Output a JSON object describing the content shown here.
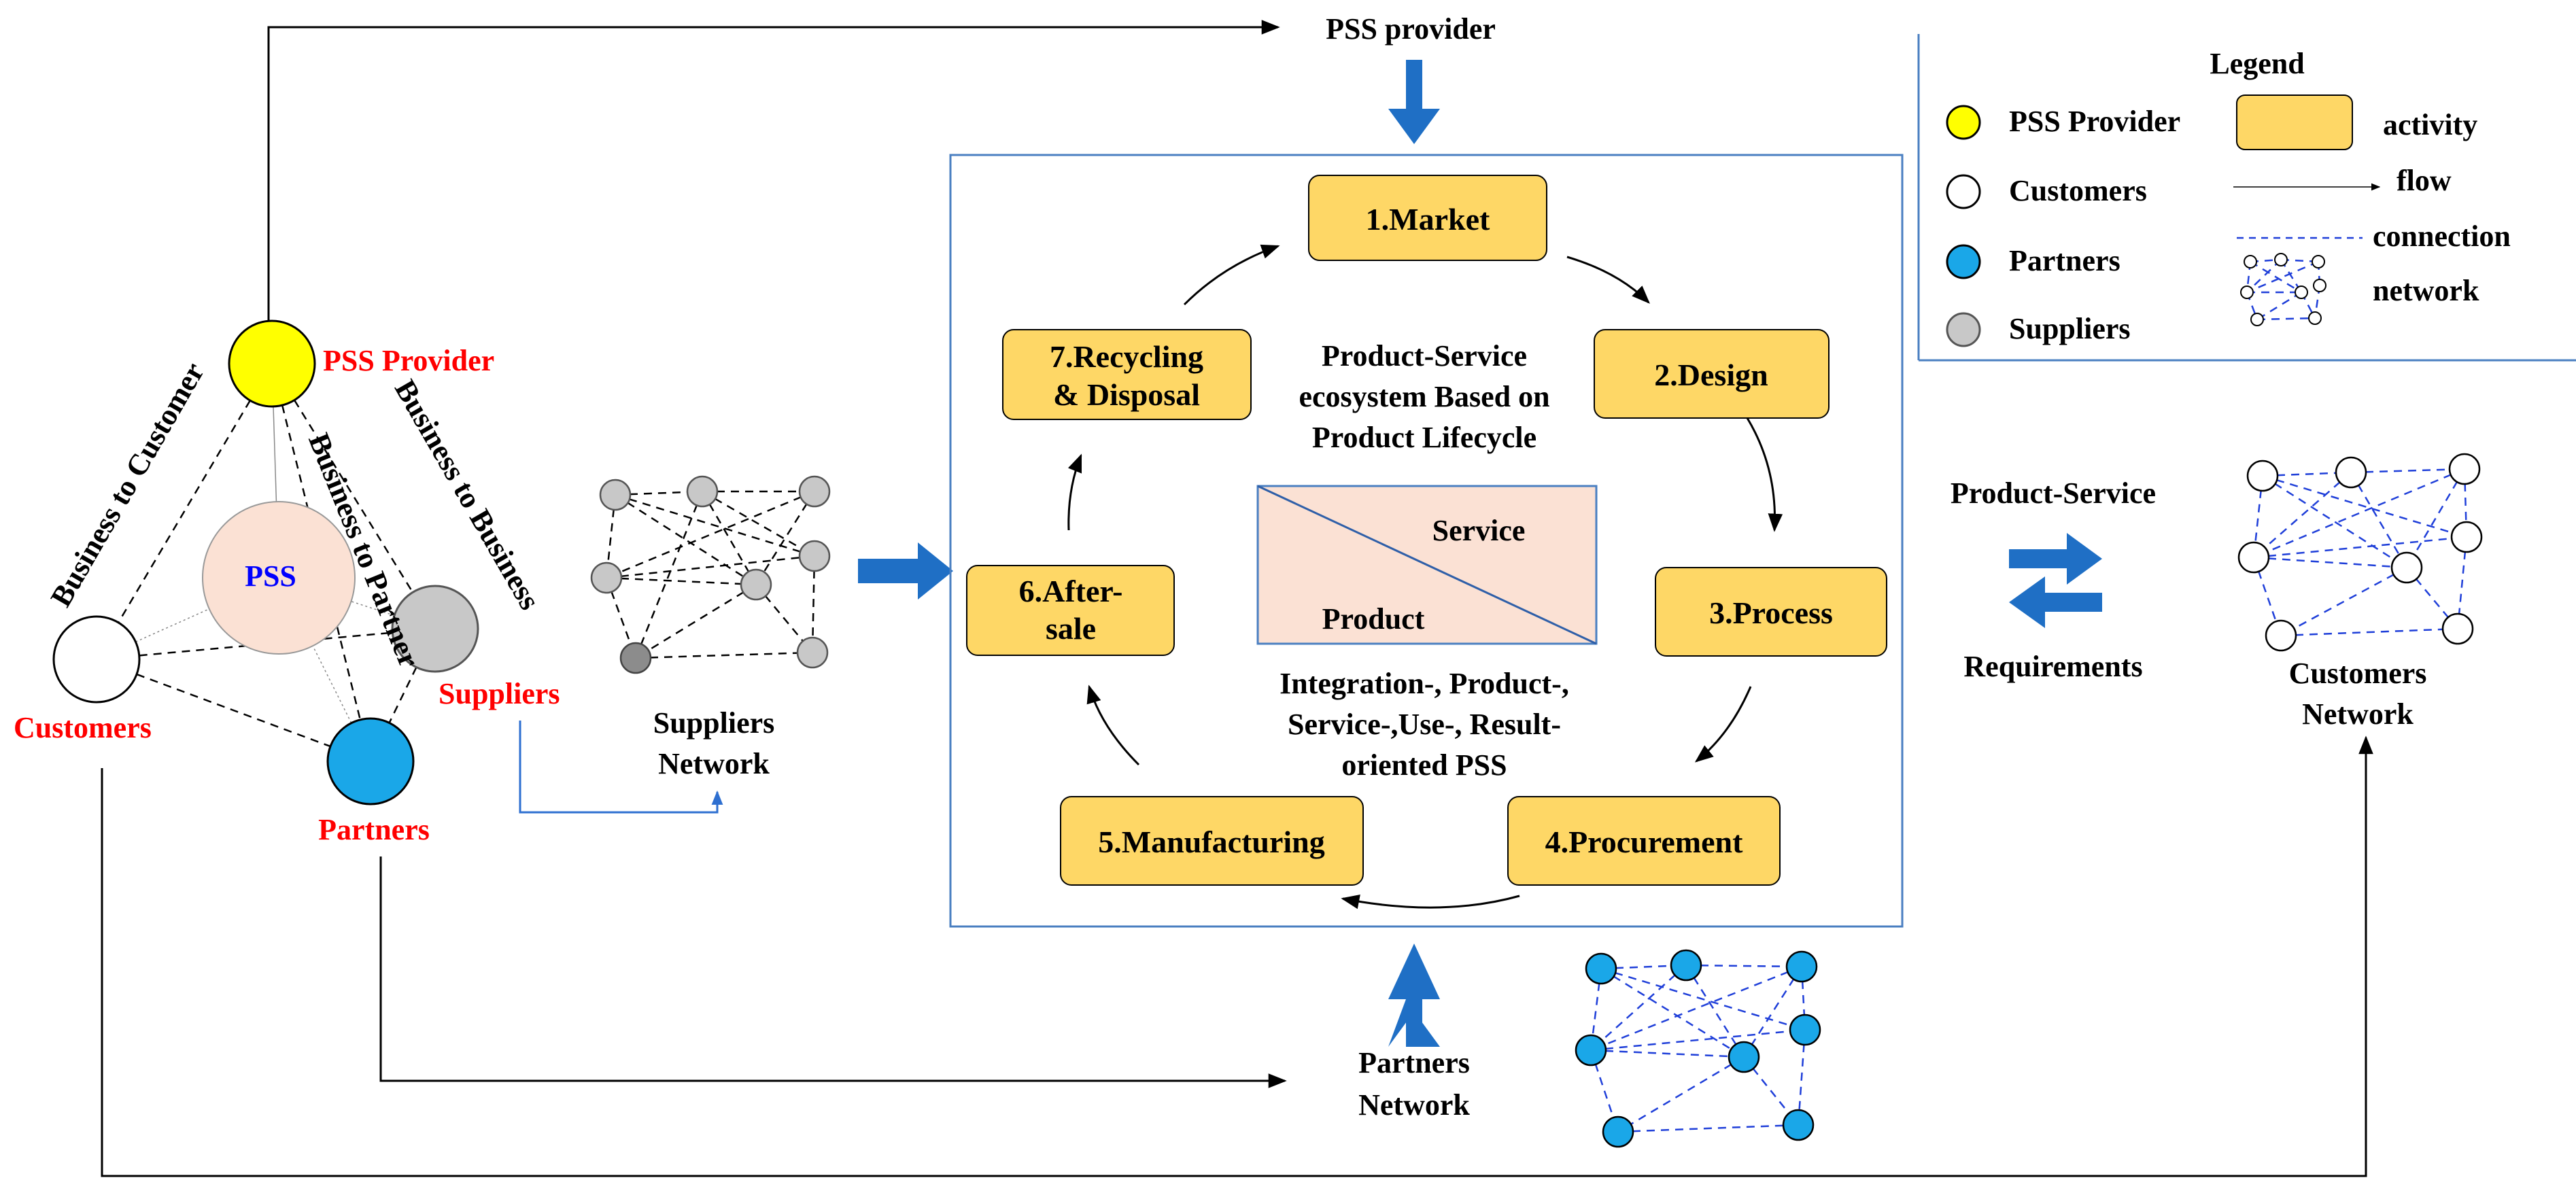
{
  "top": {
    "pss_provider": "PSS provider"
  },
  "tetrahedron": {
    "pss_provider": "PSS Provider",
    "pss": "PSS",
    "customers": "Customers",
    "suppliers": "Suppliers",
    "partners": "Partners",
    "b2c": "Business to Customer",
    "b2b": "Business to Business",
    "b2p": "Business to Partner"
  },
  "suppliers_network": [
    "Suppliers",
    "Network"
  ],
  "partners_network": [
    "Partners",
    "Network"
  ],
  "customers_network": [
    "Customers",
    "Network"
  ],
  "center": {
    "title_lines": [
      "Product-Service",
      "ecosystem Based on",
      "Product Lifecycle"
    ],
    "service": "Service",
    "product": "Product",
    "types_lines": [
      "Integration-, Product-,",
      "Service-,Use-, Result-",
      "oriented PSS"
    ]
  },
  "activities": {
    "market": "1.Market",
    "design": "2.Design",
    "process": "3.Process",
    "procurement": "4.Procurement",
    "manufacturing": "5.Manufacturing",
    "aftersale": [
      "6.After-",
      "sale"
    ],
    "recycling": [
      "7.Recycling",
      "& Disposal"
    ]
  },
  "exchange": {
    "top": "Product-Service",
    "bottom": "Requirements"
  },
  "legend": {
    "title": "Legend",
    "pss_provider": "PSS Provider",
    "customers": "Customers",
    "partners": "Partners",
    "suppliers": "Suppliers",
    "activity": "activity",
    "flow": "flow",
    "connection": "connection",
    "network": "network"
  },
  "colors": {
    "provider": "#ffff00",
    "partner": "#1aa7e8",
    "supplier": "#c8c8c8",
    "pss": "#fbe1d4",
    "activity": "#fed766",
    "arrow_blue": "#1f6fc5",
    "box_border": "#4a7fc1"
  }
}
